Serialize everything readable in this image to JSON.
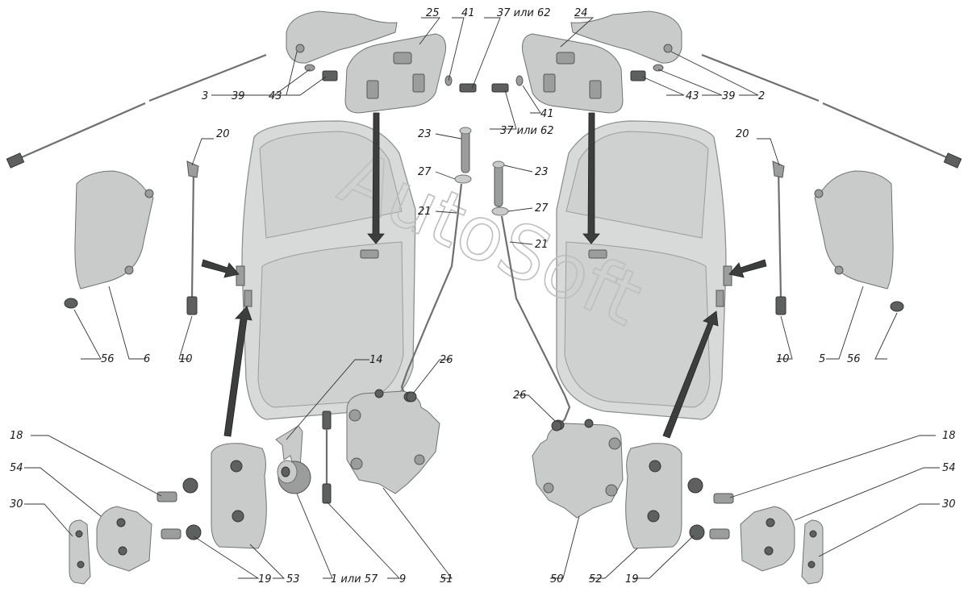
{
  "labels": {
    "l25": "25",
    "l41a": "41",
    "l37a": "37 или 62",
    "l24": "24",
    "l3": "3",
    "l39a": "39",
    "l43a": "43",
    "l43b": "43",
    "l39b": "39",
    "l2": "2",
    "l41b": "41",
    "l37b": "37 или 62",
    "l20a": "20",
    "l20b": "20",
    "l23a": "23",
    "l27a": "27",
    "l21a": "21",
    "l23b": "23",
    "l27b": "27",
    "l21b": "21",
    "l56a": "56",
    "l6": "6",
    "l10a": "10",
    "l10b": "10",
    "l5": "5",
    "l56b": "56",
    "l14": "14",
    "l26a": "26",
    "l26b": "26",
    "l18a": "18",
    "l54a": "54",
    "l30a": "30",
    "l18b": "18",
    "l54b": "54",
    "l30b": "30",
    "l19a": "19",
    "l53": "53",
    "l1": "1 или 57",
    "l9": "9",
    "l51": "51",
    "l50": "50",
    "l52": "52",
    "l19b": "19"
  },
  "watermark": "AutoSoft",
  "colors": {
    "part": "#c9cbca",
    "door": "#d8dad9",
    "arrow": "#3b3e3c"
  }
}
